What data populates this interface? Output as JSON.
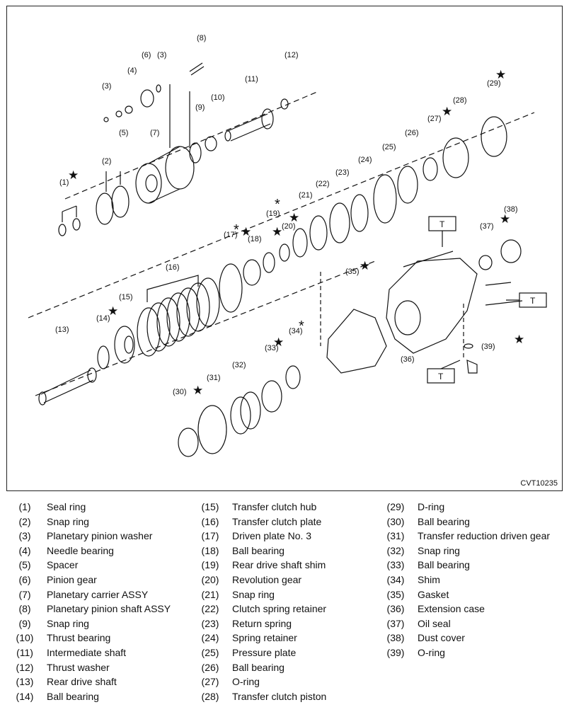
{
  "diagram": {
    "code": "CVT10235",
    "callout_T": "T",
    "star": "★",
    "asterisk": "*",
    "callouts": [
      "(1)",
      "(2)",
      "(3)",
      "(3)",
      "(4)",
      "(5)",
      "(6)",
      "(7)",
      "(8)",
      "(9)",
      "(10)",
      "(11)",
      "(12)",
      "(13)",
      "(14)",
      "(15)",
      "(16)",
      "(17)",
      "(18)",
      "(19)",
      "(20)",
      "(21)",
      "(22)",
      "(23)",
      "(24)",
      "(25)",
      "(26)",
      "(27)",
      "(28)",
      "(29)",
      "(30)",
      "(31)",
      "(32)",
      "(33)",
      "(34)",
      "(35)",
      "(36)",
      "(37)",
      "(38)",
      "(39)"
    ]
  },
  "legend": {
    "col1": [
      {
        "num": "(1)",
        "label": "Seal ring"
      },
      {
        "num": "(2)",
        "label": "Snap ring"
      },
      {
        "num": "(3)",
        "label": "Planetary pinion washer"
      },
      {
        "num": "(4)",
        "label": "Needle bearing"
      },
      {
        "num": "(5)",
        "label": "Spacer"
      },
      {
        "num": "(6)",
        "label": "Pinion gear"
      },
      {
        "num": "(7)",
        "label": "Planetary carrier ASSY"
      },
      {
        "num": "(8)",
        "label": "Planetary pinion shaft ASSY"
      },
      {
        "num": "(9)",
        "label": "Snap ring"
      },
      {
        "num": "(10)",
        "label": "Thrust bearing"
      },
      {
        "num": "(11)",
        "label": "Intermediate shaft"
      },
      {
        "num": "(12)",
        "label": "Thrust washer"
      },
      {
        "num": "(13)",
        "label": "Rear drive shaft"
      },
      {
        "num": "(14)",
        "label": "Ball bearing"
      }
    ],
    "col2": [
      {
        "num": "(15)",
        "label": "Transfer clutch hub"
      },
      {
        "num": "(16)",
        "label": "Transfer clutch plate"
      },
      {
        "num": "(17)",
        "label": "Driven plate No. 3"
      },
      {
        "num": "(18)",
        "label": "Ball bearing"
      },
      {
        "num": "(19)",
        "label": "Rear drive shaft shim"
      },
      {
        "num": "(20)",
        "label": "Revolution gear"
      },
      {
        "num": "(21)",
        "label": "Snap ring"
      },
      {
        "num": "(22)",
        "label": "Clutch spring retainer"
      },
      {
        "num": "(23)",
        "label": "Return spring"
      },
      {
        "num": "(24)",
        "label": "Spring retainer"
      },
      {
        "num": "(25)",
        "label": "Pressure plate"
      },
      {
        "num": "(26)",
        "label": "Ball bearing"
      },
      {
        "num": "(27)",
        "label": "O-ring"
      },
      {
        "num": "(28)",
        "label": "Transfer clutch piston"
      }
    ],
    "col3": [
      {
        "num": "(29)",
        "label": "D-ring"
      },
      {
        "num": "(30)",
        "label": "Ball bearing"
      },
      {
        "num": "(31)",
        "label": "Transfer reduction driven gear"
      },
      {
        "num": "(32)",
        "label": "Snap ring"
      },
      {
        "num": "(33)",
        "label": "Ball bearing"
      },
      {
        "num": "(34)",
        "label": "Shim"
      },
      {
        "num": "(35)",
        "label": "Gasket"
      },
      {
        "num": "(36)",
        "label": "Extension case"
      },
      {
        "num": "(37)",
        "label": "Oil seal"
      },
      {
        "num": "(38)",
        "label": "Dust cover"
      },
      {
        "num": "(39)",
        "label": "O-ring"
      }
    ]
  }
}
